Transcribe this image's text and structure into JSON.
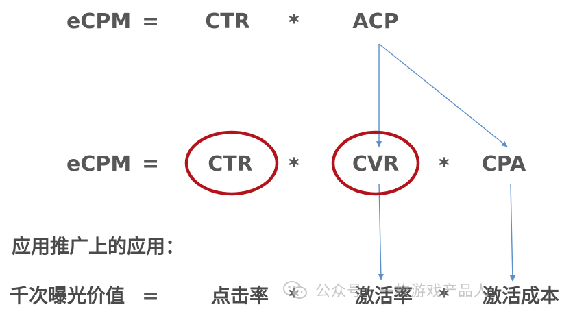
{
  "row1": {
    "lhs": "eCPM",
    "eq": "=",
    "term1": "CTR",
    "times": "*",
    "term2": "ACP"
  },
  "row2": {
    "lhs": "eCPM",
    "eq": "=",
    "term1": "CTR",
    "times1": "*",
    "term2": "CVR",
    "times2": "*",
    "term3": "CPA"
  },
  "section_label": "应用推广上的应用：",
  "row3": {
    "lhs": "千次曝光价值",
    "eq": "=",
    "term1": "点击率",
    "times1": "*",
    "term2": "激活率",
    "times2": "*",
    "term3": "激活成本"
  },
  "watermark": "公众号 · 一枚游戏产品人",
  "colors": {
    "text": "#575757",
    "circle": "#b3141c",
    "arrow": "#5b8fc9",
    "background": "#ffffff"
  }
}
